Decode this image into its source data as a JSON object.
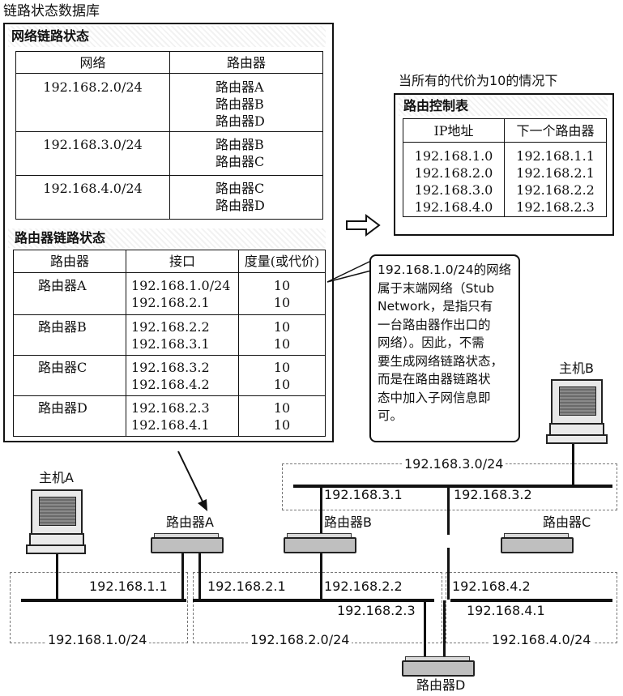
{
  "title": "链路状态数据库",
  "network_link_state": {
    "section_title": "网络链路状态",
    "headers": [
      "网络",
      "路由器"
    ],
    "rows": [
      {
        "network": "192.168.2.0/24",
        "routers": [
          "路由器A",
          "路由器B",
          "路由器D"
        ]
      },
      {
        "network": "192.168.3.0/24",
        "routers": [
          "路由器B",
          "路由器C"
        ]
      },
      {
        "network": "192.168.4.0/24",
        "routers": [
          "路由器C",
          "路由器D"
        ]
      }
    ]
  },
  "router_link_state": {
    "section_title": "路由器链路状态",
    "headers": [
      "路由器",
      "接口",
      "度量(或代价)"
    ],
    "rows": [
      {
        "router": "路由器A",
        "interfaces": [
          "192.168.1.0/24",
          "192.168.2.1"
        ],
        "metrics": [
          "10",
          "10"
        ]
      },
      {
        "router": "路由器B",
        "interfaces": [
          "192.168.2.2",
          "192.168.3.1"
        ],
        "metrics": [
          "10",
          "10"
        ]
      },
      {
        "router": "路由器C",
        "interfaces": [
          "192.168.3.2",
          "192.168.4.2"
        ],
        "metrics": [
          "10",
          "10"
        ]
      },
      {
        "router": "路由器D",
        "interfaces": [
          "192.168.2.3",
          "192.168.4.1"
        ],
        "metrics": [
          "10",
          "10"
        ]
      }
    ]
  },
  "routing_table": {
    "caption": "当所有的代价为10的情况下",
    "title": "路由控制表",
    "headers": [
      "IP地址",
      "下一个路由器"
    ],
    "ips": [
      "192.168.1.0",
      "192.168.2.0",
      "192.168.3.0",
      "192.168.4.0"
    ],
    "next_hops": [
      "192.168.1.1",
      "192.168.2.1",
      "192.168.2.2",
      "192.168.2.3"
    ]
  },
  "note": {
    "lines": [
      "192.168.1.0/24的网络",
      "属于末端网络（Stub",
      " Network，是指只有",
      "一台路由器作出口的",
      "网络）。因此，不需",
      "要生成网络链路状态，",
      "而是在路由器链路状",
      "态中加入子网信息即",
      "可。"
    ]
  },
  "network": {
    "host_a": "主机A",
    "host_b": "主机B",
    "router_a": "路由器A",
    "router_b": "路由器B",
    "router_c": "路由器C",
    "router_d": "路由器D",
    "ip_1_1": "192.168.1.1",
    "ip_2_1": "192.168.2.1",
    "ip_2_2": "192.168.2.2",
    "ip_2_3": "192.168.2.3",
    "ip_3_1": "192.168.3.1",
    "ip_3_2": "192.168.3.2",
    "ip_4_2": "192.168.4.2",
    "ip_4_1": "192.168.4.1",
    "subnet_1": "192.168.1.0/24",
    "subnet_2": "192.168.2.0/24",
    "subnet_3": "192.168.3.0/24",
    "subnet_4": "192.168.4.0/24"
  }
}
